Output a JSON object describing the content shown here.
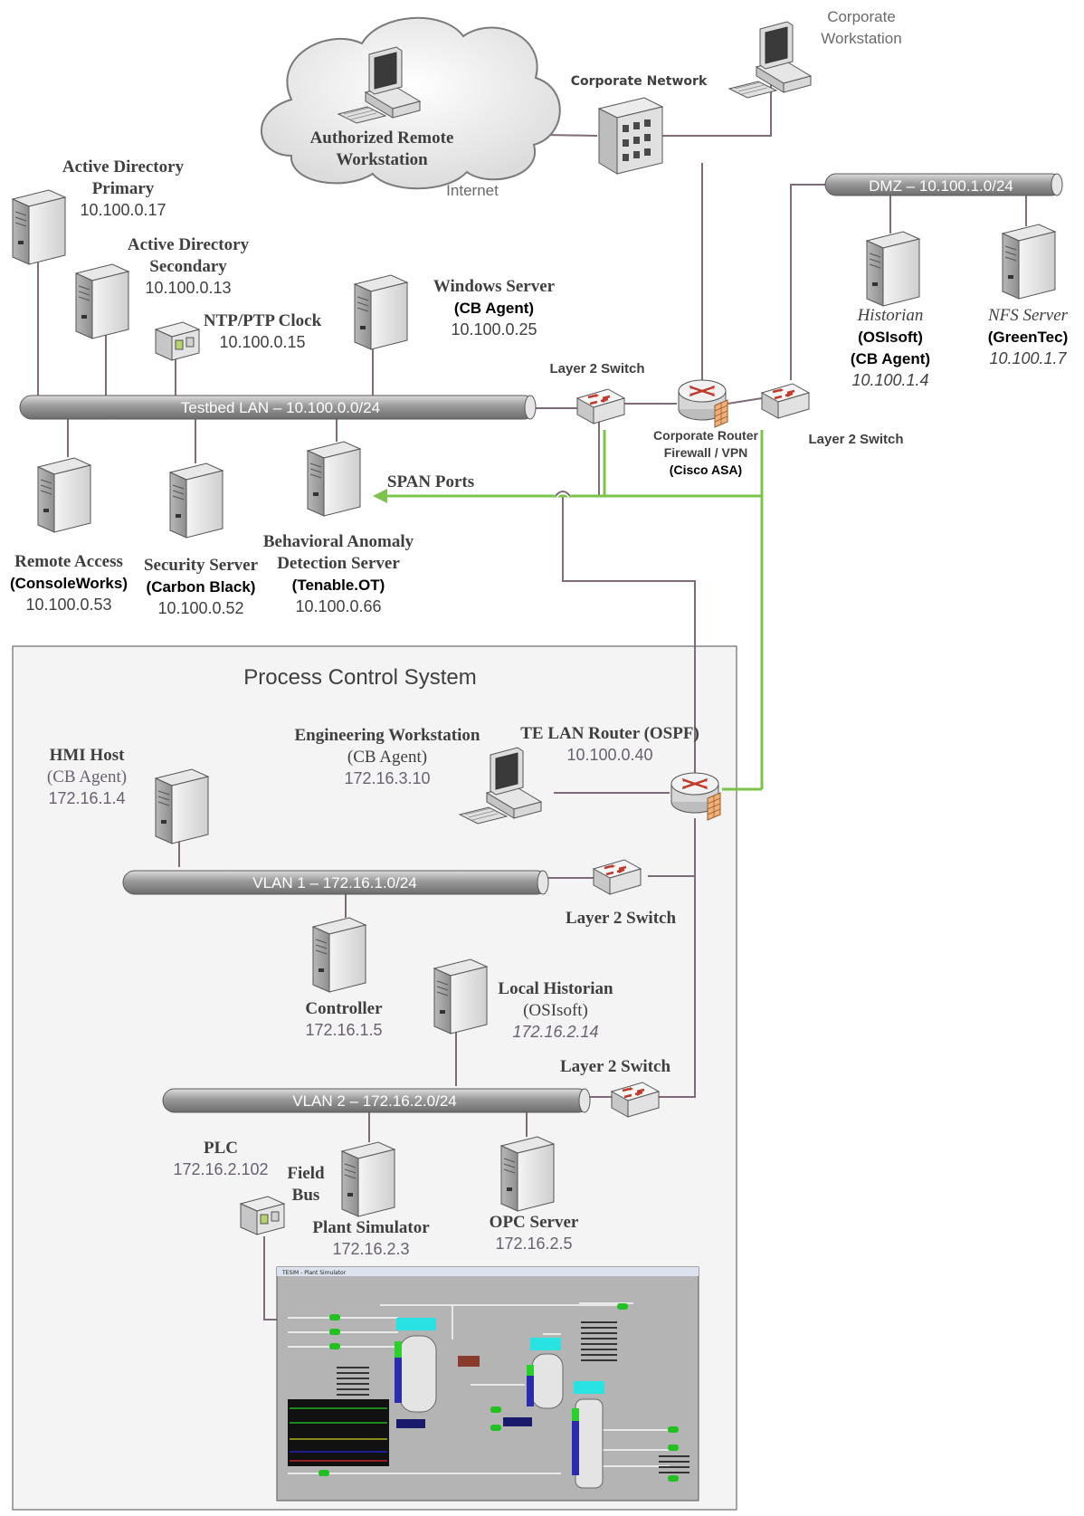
{
  "colors": {
    "line": "#7e6a78",
    "span": "#7cc34a",
    "bus": "#8a8a8a",
    "label": "#3f3f3f",
    "ip": "#404040",
    "pcs_ip": "#6a6070",
    "pcs_bg": "#f4f4f4"
  },
  "cloud": {
    "title_l1": "Authorized Remote",
    "title_l2": "Workstation",
    "internet": "Internet"
  },
  "corp_ws": {
    "l1": "Corporate",
    "l2": "Workstation"
  },
  "corp_net": {
    "label": "Corporate Network"
  },
  "ad_primary": {
    "l1": "Active Directory",
    "l2": "Primary",
    "ip": "10.100.0.17"
  },
  "ad_secondary": {
    "l1": "Active Directory",
    "l2": "Secondary",
    "ip": "10.100.0.13"
  },
  "ntp": {
    "l1": "NTP/PTP Clock",
    "ip": "10.100.0.15"
  },
  "win_server": {
    "l1": "Windows Server",
    "l2": "(CB Agent)",
    "ip": "10.100.0.25"
  },
  "dmz": {
    "label": "DMZ – 10.100.1.0/24"
  },
  "historian": {
    "l1": "Historian",
    "l2": "(OSIsoft)",
    "l3": "(CB Agent)",
    "ip": "10.100.1.4"
  },
  "nfs": {
    "l1": "NFS Server",
    "l2": "(GreenTec)",
    "ip": "10.100.1.7"
  },
  "testbed": {
    "label": "Testbed LAN – 10.100.0.0/24"
  },
  "switch_top_left": {
    "label": "Layer 2 Switch"
  },
  "switch_top_right": {
    "label": "Layer 2 Switch"
  },
  "corp_router": {
    "l1": "Corporate Router",
    "l2": "Firewall / VPN",
    "l3": "(Cisco ASA)"
  },
  "span": {
    "label": "SPAN Ports"
  },
  "remote_access": {
    "l1": "Remote Access",
    "l2": "(ConsoleWorks)",
    "ip": "10.100.0.53"
  },
  "security": {
    "l1": "Security Server",
    "l2": "(Carbon Black)",
    "ip": "10.100.0.52"
  },
  "anomaly": {
    "l1": "Behavioral Anomaly",
    "l2": "Detection Server",
    "l3": "(Tenable.OT)",
    "ip": "10.100.0.66"
  },
  "pcs": {
    "title": "Process Control System"
  },
  "hmi": {
    "l1": "HMI Host",
    "l2": "(CB Agent)",
    "ip": "172.16.1.4"
  },
  "eng_ws": {
    "l1": "Engineering Workstation",
    "l2": "(CB Agent)",
    "ip": "172.16.3.10"
  },
  "te_router": {
    "l1": "TE LAN Router (OSPF)",
    "ip": "10.100.0.40"
  },
  "vlan1": {
    "label": "VLAN 1 – 172.16.1.0/24"
  },
  "switch_vlan1": {
    "label": "Layer 2 Switch"
  },
  "controller": {
    "l1": "Controller",
    "ip": "172.16.1.5"
  },
  "local_hist": {
    "l1": "Local Historian",
    "l2": "(OSIsoft)",
    "ip": "172.16.2.14"
  },
  "switch_vlan2": {
    "label": "Layer 2 Switch"
  },
  "vlan2": {
    "label": "VLAN 2 – 172.16.2.0/24"
  },
  "plc": {
    "l1": "PLC",
    "ip": "172.16.2.102"
  },
  "fieldbus": {
    "l1": "Field",
    "l2": "Bus"
  },
  "plant_sim": {
    "l1": "Plant Simulator",
    "ip": "172.16.2.3"
  },
  "opc": {
    "l1": "OPC Server",
    "ip": "172.16.2.5"
  },
  "screen": {
    "title": "TESIM - Plant Simulator"
  }
}
